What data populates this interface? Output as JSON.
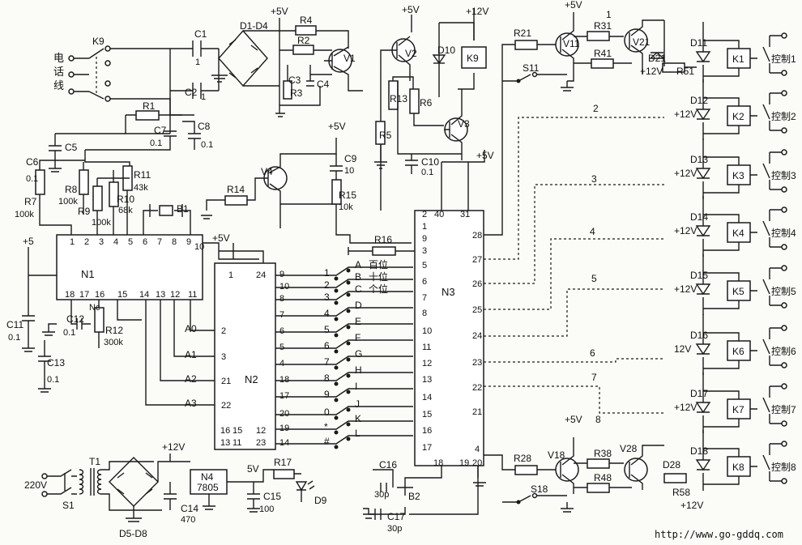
{
  "labels": {
    "k9_switch": "K9",
    "phone_line": [
      "电",
      "话",
      "线"
    ],
    "c1": "C1",
    "c1_val": "1",
    "c2": "C2",
    "c2_val": "1",
    "d1_d4": "D1-D4",
    "plus5v_top": "+5V",
    "r4": "R4",
    "r2": "R2",
    "c3": "C3",
    "r3": "R3",
    "c4": "C4",
    "v1": "V1",
    "plus5v_v2": "+5V",
    "v2": "V2",
    "d10": "D10",
    "plus12v_k9": "+12V",
    "k9_relay": "K9",
    "r13": "R13",
    "r6": "R6",
    "r5": "R5",
    "v3": "V3",
    "c10": "C10",
    "c10_val": "0.1",
    "plus5v_n3": "+5V",
    "r1": "R1",
    "c7": "C7",
    "c7_val": "0.1",
    "c8": "C8",
    "c8_val": "0.1",
    "c5": "C5",
    "c6": "C6",
    "c6_val": "0.1",
    "r7": "R7",
    "r7_val": "100k",
    "r8": "R8",
    "r8_val": "100k",
    "r9": "R9",
    "r9_val": "100k",
    "r10": "R10",
    "r10_val": "68k",
    "r11": "R11",
    "r11_val": "43k",
    "b1": "B1",
    "plus5v_v4": "+5V",
    "v4": "V4",
    "c9": "C9",
    "c9_val": "10",
    "r15": "R15",
    "r15_val": "10k",
    "r14": "R14",
    "plus5_n1": "+5",
    "n1": "N1",
    "n1_top_pins": [
      "1",
      "2",
      "3",
      "4",
      "5",
      "6",
      "7",
      "8",
      "9"
    ],
    "n1_bot_pins": [
      "18",
      "17",
      "16",
      "15",
      "14",
      "13",
      "12",
      "11"
    ],
    "pin10": "10",
    "nc": "Nc",
    "c11": "C11",
    "c11_val": "0.1",
    "c12": "C12",
    "c12_val": "0.1",
    "r12": "R12",
    "r12_val": "300k",
    "c13": "C13",
    "c13_val": "0.1",
    "plus5v_n2": "+5V",
    "n2": "N2",
    "n2_pin1": "1",
    "n2_pin24": "24",
    "n2_inputs": [
      "A0",
      "A1",
      "A2",
      "A3"
    ],
    "n2_in_pins": [
      "2",
      "3",
      "21",
      "22"
    ],
    "n2_out_pins": [
      "9",
      "10",
      "8",
      "7",
      "6",
      "5",
      "4",
      "18",
      "17",
      "20",
      "19",
      "14"
    ],
    "n2_bottom": [
      "16",
      "15",
      "12",
      "13",
      "11",
      "23"
    ],
    "keys": [
      "1",
      "2",
      "3",
      "4",
      "5",
      "6",
      "7",
      "8",
      "9",
      "0",
      "*",
      "#"
    ],
    "key_letters": [
      "A",
      "B",
      "C",
      "D",
      "E",
      "F",
      "G",
      "H",
      "I",
      "J",
      "K",
      "L"
    ],
    "digit_names": [
      "百位",
      "十位",
      "个位"
    ],
    "r16": "R16",
    "n3": "N3",
    "n3_left_pins": [
      "2",
      "1",
      "9",
      "3",
      "5",
      "6",
      "7",
      "8",
      "10",
      "11",
      "12",
      "13",
      "14",
      "15",
      "16",
      "17"
    ],
    "n3_top": [
      "40",
      "31"
    ],
    "n3_right_pins": [
      "28",
      "27",
      "26",
      "25",
      "24",
      "23",
      "22",
      "21"
    ],
    "n3_bottom": [
      "18",
      "19",
      "20",
      "4"
    ],
    "c16": "C16",
    "c16_val": "30p",
    "c17": "C17",
    "c17_val": "30p",
    "b2": "B2",
    "plus12v_psu": "+12V",
    "t1": "T1",
    "v220": "220V",
    "s1": "S1",
    "d5_d8": "D5-D8",
    "n4": "N4",
    "n4_part": "7805",
    "c14": "C14",
    "c14_val": "470",
    "plus5v_psu": "5V",
    "c15": "C15",
    "c15_val": "100",
    "r17": "R17",
    "d9": "D9",
    "plus5v_v11": "+5V",
    "ch1_num": "1",
    "r21": "R21",
    "v11": "V11",
    "r31": "R31",
    "v21": "V21",
    "r41": "R41",
    "d21": "D21",
    "plus12v_1": "+12V",
    "r51": "R51",
    "s11": "S11",
    "r28": "R28",
    "plus5v_v18": "+5V",
    "v18": "V18",
    "r38": "R38",
    "v28": "V28",
    "r48": "R48",
    "d28": "D28",
    "r58": "R58",
    "s18": "S18",
    "plus12v_8": "+12V",
    "channel_numbers": [
      "2",
      "3",
      "4",
      "5",
      "6",
      "7",
      "8"
    ],
    "diodes": [
      "D11",
      "D12",
      "D13",
      "D14",
      "D15",
      "D16",
      "D17",
      "D18"
    ],
    "relays": [
      "K1",
      "K2",
      "K3",
      "K4",
      "K5",
      "K6",
      "K7",
      "K8"
    ],
    "supplies": [
      "",
      "+12V",
      "+12V",
      "+12V",
      "+12V",
      "12V",
      "+12V",
      ""
    ],
    "controls": [
      "控制1",
      "控制2",
      "控制3",
      "控制4",
      "控制5",
      "控制6",
      "控制7",
      "控制8"
    ],
    "url": "http://www.go-gddq.com"
  }
}
